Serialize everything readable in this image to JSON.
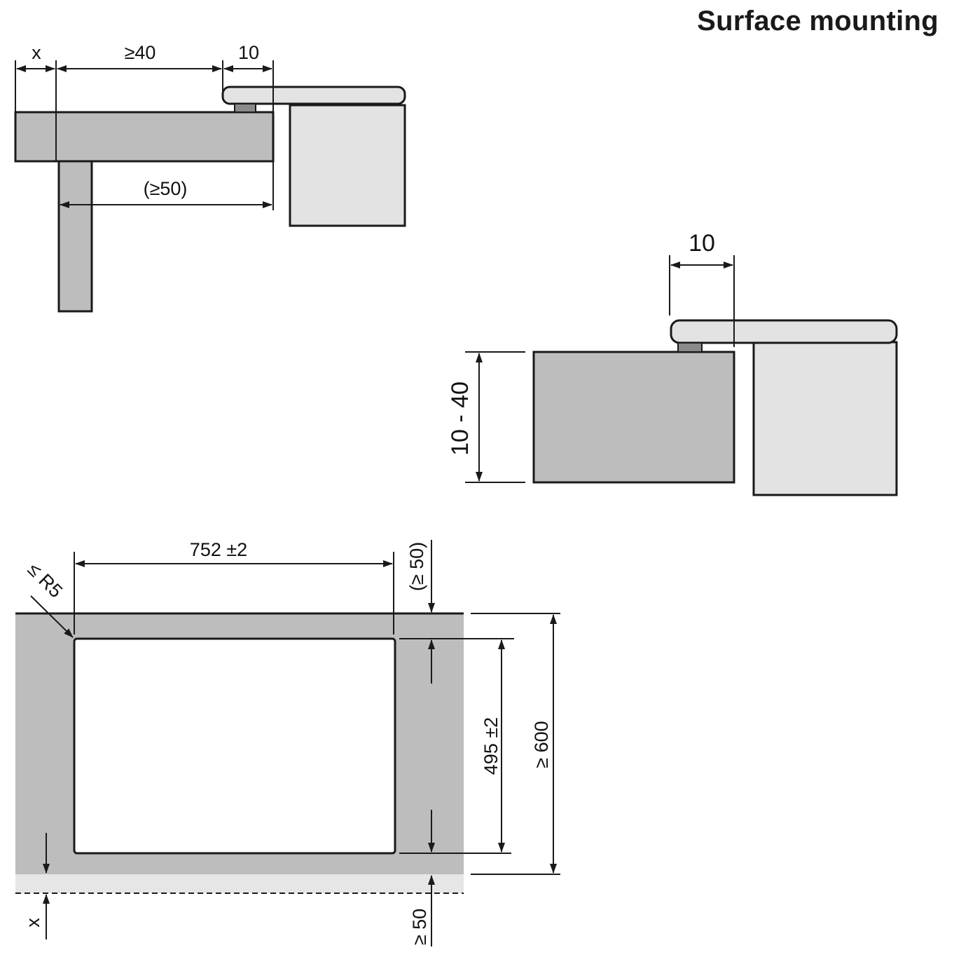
{
  "title": "Surface mounting",
  "side_view": {
    "dim_x": "x",
    "dim_min_40": "≥40",
    "dim_10": "10",
    "dim_min_50_paren": "(≥50)"
  },
  "detail_view": {
    "dim_10": "10",
    "dim_height_range": "10 - 40"
  },
  "plan_view": {
    "dim_width": "752 ±2",
    "dim_radius": "≤ R5",
    "dim_top_min_50_paren": "(≥ 50)",
    "dim_depth": "495 ±2",
    "dim_min_600": "≥ 600",
    "dim_x": "x",
    "dim_bottom_min_50": "≥ 50"
  }
}
